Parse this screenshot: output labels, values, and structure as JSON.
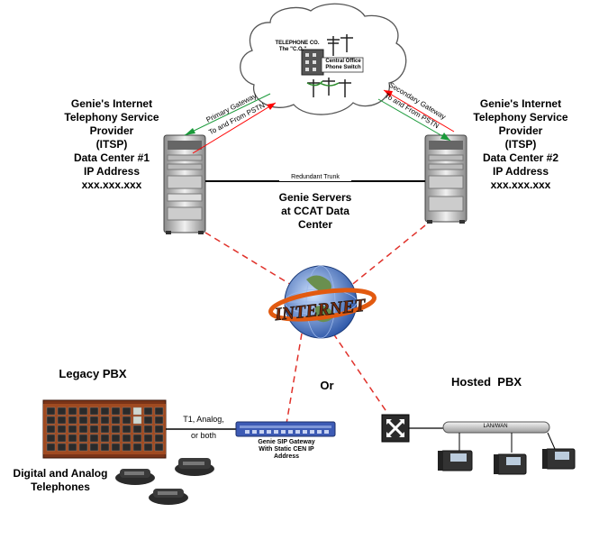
{
  "cloud": {
    "telco_line1": "TELEPHONE CO.",
    "telco_line2": "The \"C.O.\"",
    "co_switch_line1": "Central Office",
    "co_switch_line2": "Phone Switch"
  },
  "itsp_left": {
    "line1": "Genie's Internet",
    "line2": "Telephony Service",
    "line3": "Provider",
    "line4": "(ITSP)",
    "line5": "Data Center #1",
    "line6": "IP Address",
    "line7": "xxx.xxx.xxx"
  },
  "itsp_right": {
    "line1": "Genie's Internet",
    "line2": "Telephony Service",
    "line3": "Provider",
    "line4": "(ITSP)",
    "line5": "Data Center #2",
    "line6": "IP Address",
    "line7": "xxx.xxx.xxx"
  },
  "primary_gateway": {
    "line1": "Primary Gateway",
    "line2": "To and From PSTN"
  },
  "secondary_gateway": {
    "line1": "Secondary Gateway",
    "line2": "To and From PSTN"
  },
  "redundant_trunk": "Redundant Trunk",
  "genie_servers": {
    "line1": "Genie Servers",
    "line2": "at CCAT Data",
    "line3": "Center"
  },
  "internet_label": "INTERNET",
  "or_label": "Or",
  "legacy_pbx": "Legacy PBX",
  "hosted_pbx": "Hosted  PBX",
  "t1_label": {
    "line1": "T1, Analog,",
    "line2": "or both"
  },
  "sip_gateway": {
    "line1": "Genie SIP Gateway",
    "line2": "With Static CEN IP",
    "line3": "Address"
  },
  "lan_wan": "LAN/WAN",
  "digital_phones": {
    "line1": "Digital and Analog",
    "line2": "Telephones"
  },
  "colors": {
    "link_dashed": "#e0312a",
    "primary_red": "#ff0000",
    "primary_green": "#1a9a3a",
    "trunk": "#000000",
    "sip_gateway": "#3d5bb5"
  }
}
